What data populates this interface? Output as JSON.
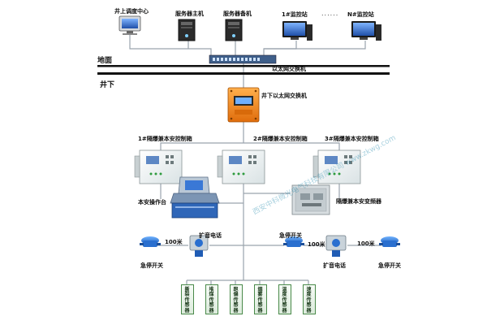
{
  "workstations": [
    {
      "name": "dispatch-center-workstation",
      "label": "井上调度中心"
    },
    {
      "name": "server-main",
      "label": "服务器主机"
    },
    {
      "name": "server-backup",
      "label": "服务器备机"
    },
    {
      "name": "monitor-station-1",
      "label": "1#监控站"
    },
    {
      "name": "monitor-station-n",
      "label": "N#监控站"
    }
  ],
  "dots": "......",
  "zones": {
    "ground": "地面",
    "underground": "井下"
  },
  "ethernet_switch_label": "以太网交换机",
  "underground_switch_label": "井下以太网交换机",
  "control_boxes": [
    {
      "label": "1#隔爆兼本安控制箱"
    },
    {
      "label": "2#隔爆兼本安控制箱"
    },
    {
      "label": "3#隔爆兼本安控制箱"
    }
  ],
  "console_label": "本安操作台",
  "power_supply_label": "隔爆兼本安变频器",
  "distance_labels": [
    "100米",
    "100米",
    "100米"
  ],
  "emergency_stop_labels": [
    "急停开关",
    "急停开关",
    "急停开关"
  ],
  "broadcast_labels": [
    "扩音电话",
    "扩音电话"
  ],
  "sensors": [
    {
      "label": "撕裂传感器"
    },
    {
      "label": "堆煤传感器"
    },
    {
      "label": "跑偏传感器"
    },
    {
      "label": "烟雾传感器"
    },
    {
      "label": "温度传感器"
    },
    {
      "label": "速度传感器"
    }
  ],
  "watermark": "西安中科微光电气科技有限公司 www.zkwg.com",
  "colors": {
    "ground_line": "#111111",
    "link_line": "#9aa3ad",
    "switch_body": "#f08a1c",
    "box_body": "#eef3f3",
    "sensor_border": "#4a8a4a",
    "device_blue": "#2a6fcf"
  }
}
